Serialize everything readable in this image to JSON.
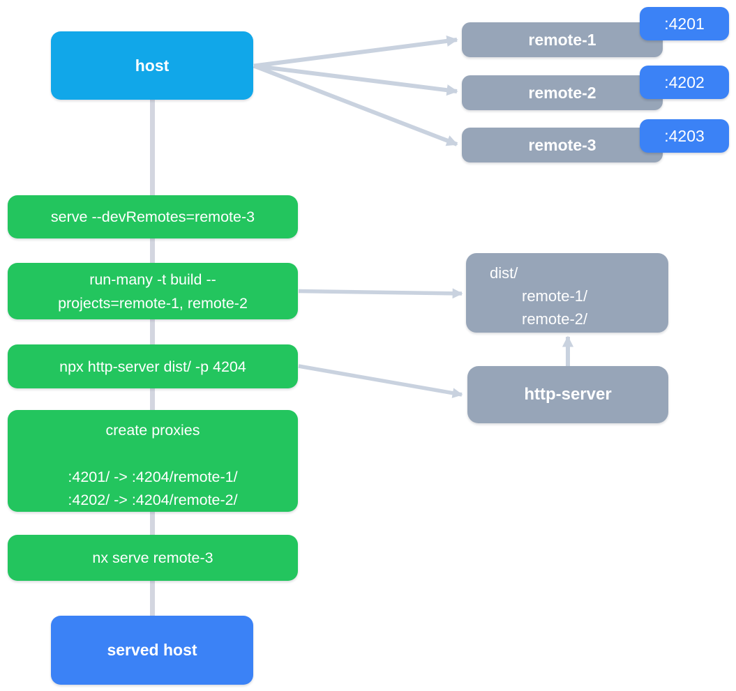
{
  "diagram": {
    "host": {
      "label": "host"
    },
    "remotes": [
      {
        "label": "remote-1",
        "port": ":4201"
      },
      {
        "label": "remote-2",
        "port": ":4202"
      },
      {
        "label": "remote-3",
        "port": ":4203"
      }
    ],
    "commands": {
      "serve": "serve --devRemotes=remote-3",
      "run_many_line1": "run-many -t build --",
      "run_many_line2": "projects=remote-1, remote-2",
      "http_server_cmd": "npx http-server dist/ -p 4204",
      "proxies_title": "create proxies",
      "proxy_rule_1": ":4201/ -> :4204/remote-1/",
      "proxy_rule_2": ":4202/ -> :4204/remote-2/",
      "nx_serve": "nx serve remote-3"
    },
    "dist_folder": {
      "line1": "dist/",
      "line2": "remote-1/",
      "line3": "remote-2/"
    },
    "http_server": {
      "label": "http-server"
    },
    "served_host": {
      "label": "served host"
    },
    "colors": {
      "host": "#11a7e9",
      "command": "#23c55e",
      "remote": "#97a5b8",
      "port_badge": "#3b82f6",
      "served_host": "#3b82f6",
      "arrow": "#c9d2df",
      "trunk": "#d3d6e0",
      "text": "#ffffff"
    }
  }
}
